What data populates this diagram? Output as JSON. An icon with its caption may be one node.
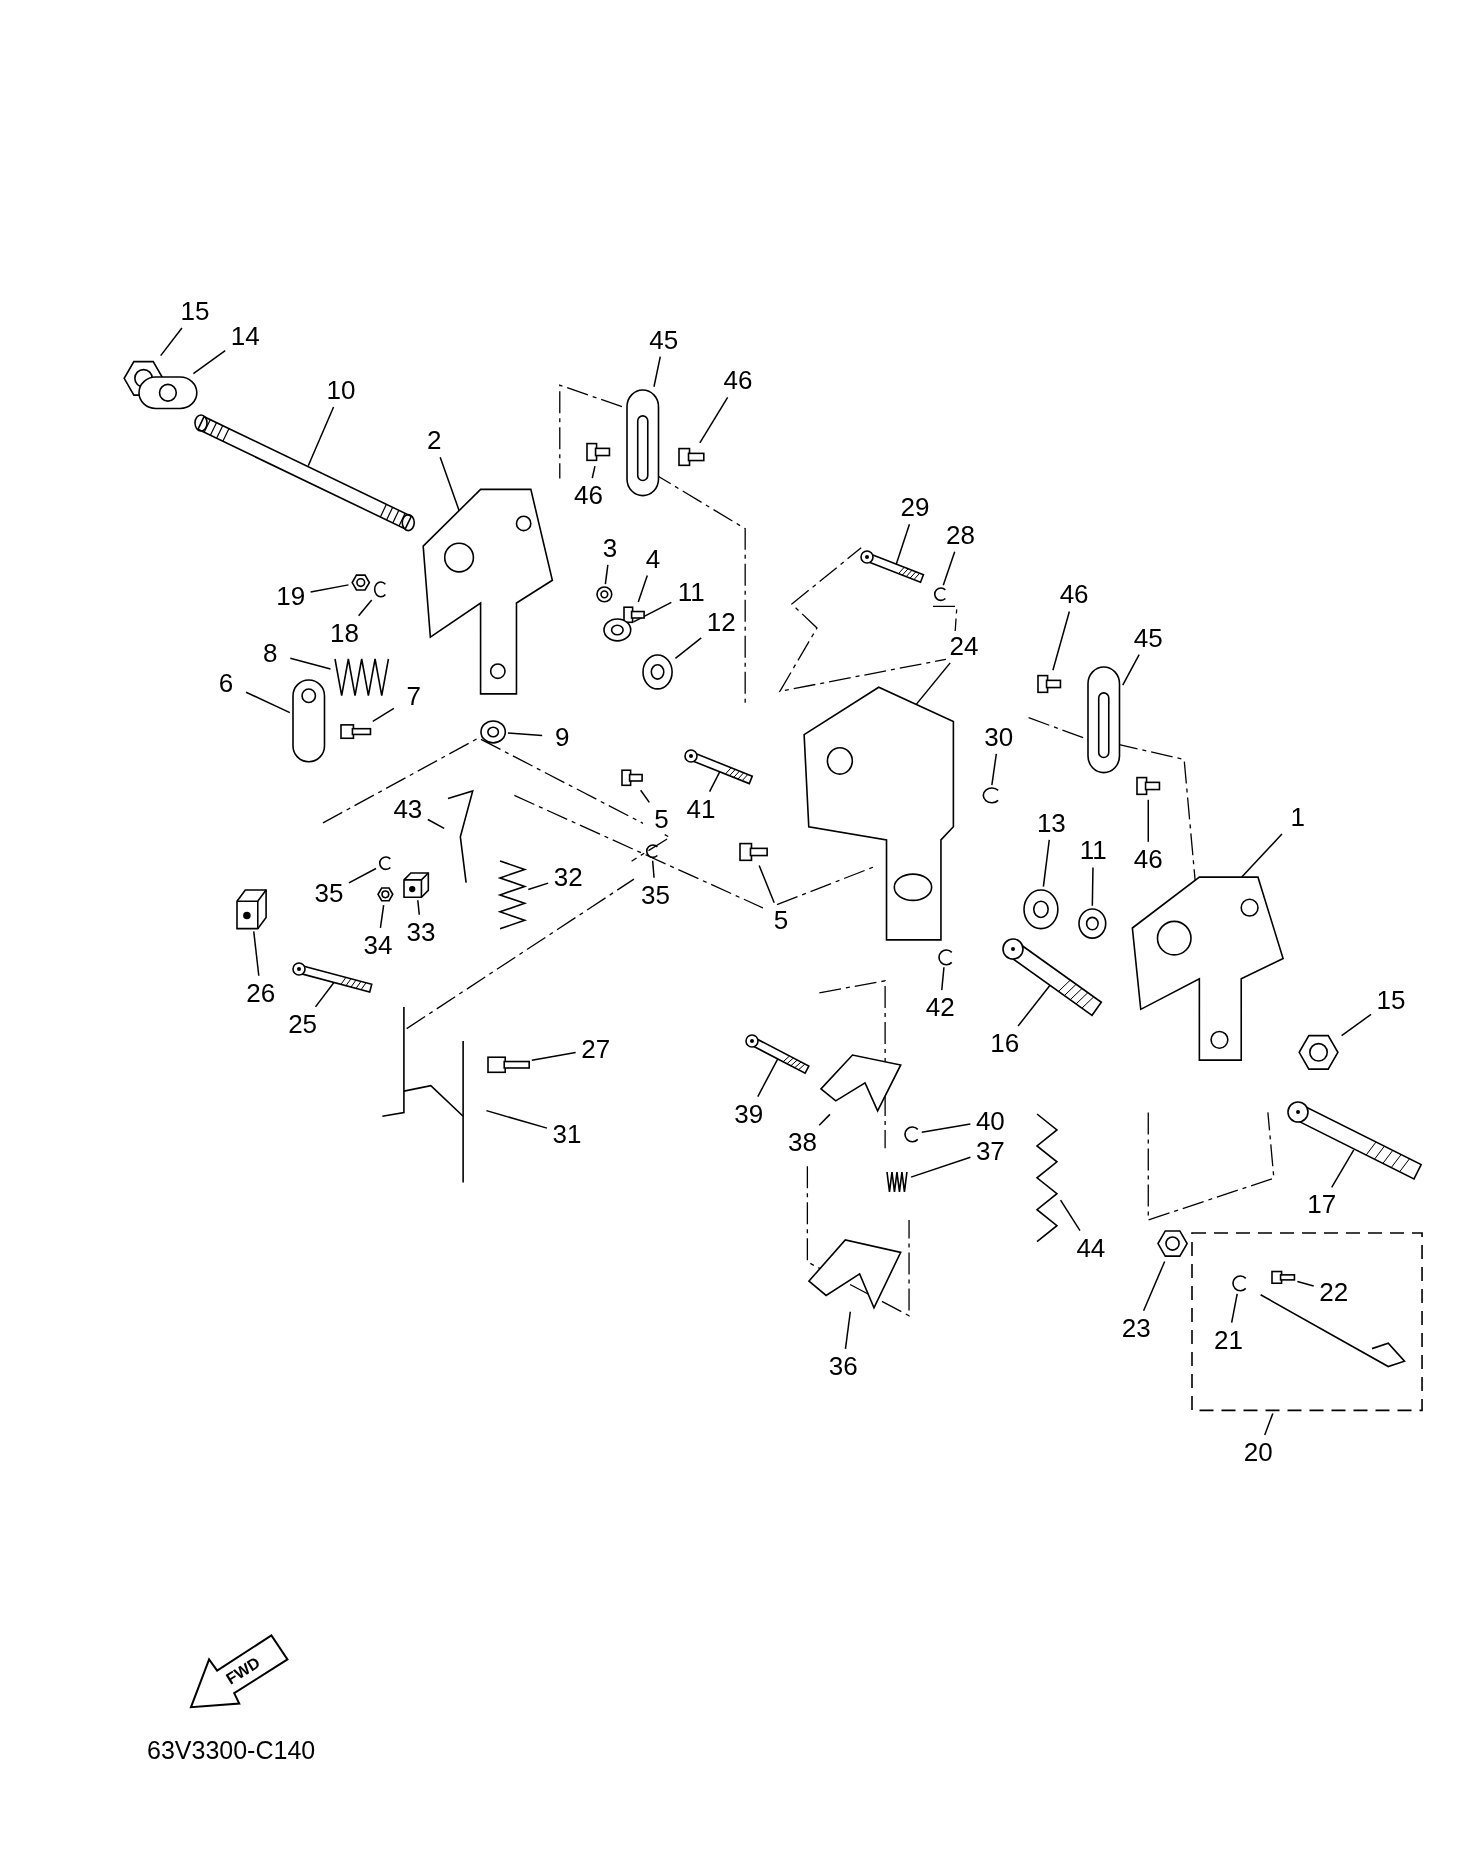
{
  "diagram": {
    "nodes": [
      {
        "text": [
          "15"
        ]
      },
      {
        "text": [],
        "shape": "picture"
      },
      {
        "text": [
          "14"
        ]
      },
      {
        "text": [],
        "shape": "picture"
      },
      {
        "text": [
          "10"
        ]
      },
      {
        "text": [],
        "shape": "picture"
      },
      {
        "text": [
          "2"
        ]
      },
      {
        "text": [],
        "shape": "picture"
      },
      {
        "text": [
          "45"
        ]
      },
      {
        "text": [],
        "shape": "picture"
      },
      {
        "text": [
          "46"
        ]
      },
      {
        "text": [],
        "shape": "picture"
      },
      {
        "text": [
          "46"
        ]
      },
      {
        "text": [],
        "shape": "picture"
      },
      {
        "text": [
          "3"
        ]
      },
      {
        "text": [],
        "shape": "picture"
      },
      {
        "text": [
          "4"
        ]
      },
      {
        "text": [],
        "shape": "picture"
      },
      {
        "text": [
          "11"
        ]
      },
      {
        "text": [],
        "shape": "picture"
      },
      {
        "text": [
          "12"
        ]
      },
      {
        "text": [],
        "shape": "picture"
      },
      {
        "text": [
          "19"
        ]
      },
      {
        "text": [],
        "shape": "picture"
      },
      {
        "text": [
          "18"
        ]
      },
      {
        "text": [],
        "shape": "picture"
      },
      {
        "text": [
          "8"
        ]
      },
      {
        "text": [],
        "shape": "picture"
      },
      {
        "text": [
          "6"
        ]
      },
      {
        "text": [],
        "shape": "picture"
      },
      {
        "text": [
          "7"
        ]
      },
      {
        "text": [],
        "shape": "picture"
      },
      {
        "text": [
          "9"
        ]
      },
      {
        "text": [],
        "shape": "picture"
      },
      {
        "text": [
          "29"
        ]
      },
      {
        "text": [],
        "shape": "picture"
      },
      {
        "text": [
          "28"
        ]
      },
      {
        "text": [],
        "shape": "picture"
      },
      {
        "text": [
          "24"
        ]
      },
      {
        "text": [],
        "shape": "picture"
      },
      {
        "text": [
          "46"
        ]
      },
      {
        "text": [],
        "shape": "picture"
      },
      {
        "text": [
          "45"
        ]
      },
      {
        "text": [],
        "shape": "picture"
      },
      {
        "text": [
          "46"
        ]
      },
      {
        "text": [],
        "shape": "picture"
      },
      {
        "text": [
          "30"
        ]
      },
      {
        "text": [],
        "shape": "picture"
      },
      {
        "text": [
          "13"
        ]
      },
      {
        "text": [],
        "shape": "picture"
      },
      {
        "text": [
          "11"
        ]
      },
      {
        "text": [],
        "shape": "picture"
      },
      {
        "text": [
          "1"
        ]
      },
      {
        "text": [],
        "shape": "picture"
      },
      {
        "text": [
          "15"
        ]
      },
      {
        "text": [],
        "shape": "picture"
      },
      {
        "text": [
          "16"
        ]
      },
      {
        "text": [],
        "shape": "picture"
      },
      {
        "text": [
          "17"
        ]
      },
      {
        "text": [],
        "shape": "picture"
      },
      {
        "text": [
          "42"
        ]
      },
      {
        "text": [],
        "shape": "picture"
      },
      {
        "text": [
          "43"
        ]
      },
      {
        "text": [],
        "shape": "picture"
      },
      {
        "text": [
          "35"
        ]
      },
      {
        "text": [],
        "shape": "picture"
      },
      {
        "text": [
          "34"
        ]
      },
      {
        "text": [],
        "shape": "picture"
      },
      {
        "text": [
          "33"
        ]
      },
      {
        "text": [],
        "shape": "picture"
      },
      {
        "text": [
          "32"
        ]
      },
      {
        "text": [],
        "shape": "picture"
      },
      {
        "text": [
          "35"
        ]
      },
      {
        "text": [],
        "shape": "picture"
      },
      {
        "text": [
          "5"
        ]
      },
      {
        "text": [],
        "shape": "picture"
      },
      {
        "text": [
          "41"
        ]
      },
      {
        "text": [],
        "shape": "picture"
      },
      {
        "text": [
          "5"
        ]
      },
      {
        "text": [],
        "shape": "picture"
      },
      {
        "text": [
          "26"
        ]
      },
      {
        "text": [],
        "shape": "picture"
      },
      {
        "text": [
          "25"
        ]
      },
      {
        "text": [],
        "shape": "picture"
      },
      {
        "text": [
          "27"
        ]
      },
      {
        "text": [],
        "shape": "picture"
      },
      {
        "text": [
          "31"
        ]
      },
      {
        "text": [],
        "shape": "picture"
      },
      {
        "text": [
          "39"
        ]
      },
      {
        "text": [],
        "shape": "picture"
      },
      {
        "text": [
          "38"
        ]
      },
      {
        "text": [],
        "shape": "picture"
      },
      {
        "text": [
          "40"
        ]
      },
      {
        "text": [],
        "shape": "picture"
      },
      {
        "text": [
          "37"
        ]
      },
      {
        "text": [],
        "shape": "picture"
      },
      {
        "text": [
          "44"
        ]
      },
      {
        "text": [],
        "shape": "picture"
      },
      {
        "text": [
          "36"
        ]
      },
      {
        "text": [],
        "shape": "picture"
      },
      {
        "text": [
          "23"
        ]
      },
      {
        "text": [],
        "shape": "picture"
      },
      {
        "text": [
          "20"
        ]
      },
      {
        "text": [],
        "shape": "box"
      },
      {
        "text": [
          "21"
        ],
        "in": 103
      },
      {
        "text": [],
        "shape": "picture",
        "in": 103
      },
      {
        "text": [
          "22"
        ],
        "in": 103
      },
      {
        "text": [],
        "shape": "picture",
        "in": 103
      },
      {
        "text": [
          "FWD"
        ]
      }
    ],
    "edges": [
      {
        "from": 0,
        "to": 1,
        "arrow": "none"
      },
      {
        "from": 2,
        "to": 3,
        "arrow": "none"
      },
      {
        "from": 4,
        "to": 5,
        "arrow": "none"
      },
      {
        "from": 6,
        "to": 7,
        "arrow": "none"
      },
      {
        "from": 8,
        "to": 9,
        "arrow": "none"
      },
      {
        "from": 10,
        "to": 11,
        "arrow": "none"
      },
      {
        "from": 12,
        "to": 13,
        "arrow": "none"
      },
      {
        "from": 14,
        "to": 15,
        "arrow": "none"
      },
      {
        "from": 16,
        "to": 17,
        "arrow": "none"
      },
      {
        "from": 18,
        "to": 19,
        "arrow": "none"
      },
      {
        "from": 20,
        "to": 21,
        "arrow": "none"
      },
      {
        "from": 22,
        "to": 23,
        "arrow": "none"
      },
      {
        "from": 24,
        "to": 25,
        "arrow": "none"
      },
      {
        "from": 26,
        "to": 27,
        "arrow": "none"
      },
      {
        "from": 28,
        "to": 29,
        "arrow": "none"
      },
      {
        "from": 30,
        "to": 31,
        "arrow": "none"
      },
      {
        "from": 32,
        "to": 33,
        "arrow": "none"
      },
      {
        "from": 34,
        "to": 35,
        "arrow": "none"
      },
      {
        "from": 36,
        "to": 37,
        "arrow": "none"
      },
      {
        "from": 38,
        "to": 39,
        "arrow": "none"
      },
      {
        "from": 40,
        "to": 41,
        "arrow": "none"
      },
      {
        "from": 42,
        "to": 43,
        "arrow": "none"
      },
      {
        "from": 44,
        "to": 45,
        "arrow": "none"
      },
      {
        "from": 46,
        "to": 47,
        "arrow": "none"
      },
      {
        "from": 48,
        "to": 49,
        "arrow": "none"
      },
      {
        "from": 50,
        "to": 51,
        "arrow": "none"
      },
      {
        "from": 52,
        "to": 53,
        "arrow": "none"
      },
      {
        "from": 54,
        "to": 55,
        "arrow": "none"
      },
      {
        "from": 56,
        "to": 57,
        "arrow": "none"
      },
      {
        "from": 58,
        "to": 59,
        "arrow": "none"
      },
      {
        "from": 60,
        "to": 61,
        "arrow": "none"
      },
      {
        "from": 62,
        "to": 63,
        "arrow": "none"
      },
      {
        "from": 64,
        "to": 65,
        "arrow": "none"
      },
      {
        "from": 66,
        "to": 67,
        "arrow": "none"
      },
      {
        "from": 68,
        "to": 69,
        "arrow": "none"
      },
      {
        "from": 70,
        "to": 71,
        "arrow": "none"
      },
      {
        "from": 72,
        "to": 73,
        "arrow": "none"
      },
      {
        "from": 74,
        "to": 75,
        "arrow": "none"
      },
      {
        "from": 76,
        "to": 77,
        "arrow": "none"
      },
      {
        "from": 78,
        "to": 79,
        "arrow": "none"
      },
      {
        "from": 80,
        "to": 81,
        "arrow": "none"
      },
      {
        "from": 82,
        "to": 83,
        "arrow": "none"
      },
      {
        "from": 84,
        "to": 85,
        "arrow": "none"
      },
      {
        "from": 86,
        "to": 87,
        "arrow": "none"
      },
      {
        "from": 88,
        "to": 89,
        "arrow": "none"
      },
      {
        "from": 90,
        "to": 91,
        "arrow": "none"
      },
      {
        "from": 92,
        "to": 93,
        "arrow": "none"
      },
      {
        "from": 94,
        "to": 95,
        "arrow": "none"
      },
      {
        "from": 96,
        "to": 97,
        "arrow": "none"
      },
      {
        "from": 98,
        "to": 99,
        "arrow": "none"
      },
      {
        "from": 100,
        "to": 101,
        "arrow": "none"
      },
      {
        "from": 102,
        "to": 103,
        "arrow": "none"
      },
      {
        "from": 104,
        "to": 105,
        "arrow": "none"
      },
      {
        "from": 106,
        "to": 107,
        "arrow": "none"
      }
    ],
    "labels": [
      "63V3300-C140"
    ]
  }
}
